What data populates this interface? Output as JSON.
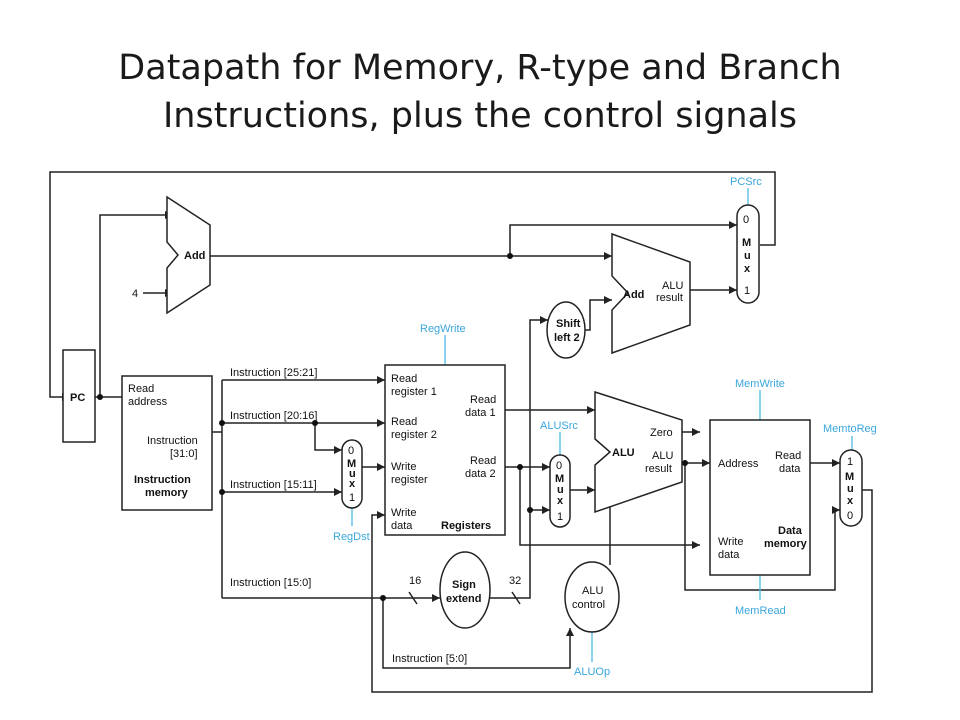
{
  "title": {
    "line1": "Datapath for Memory, R-type and Branch",
    "line2": "Instructions, plus the control signals"
  },
  "blocks": {
    "pc": "PC",
    "add_pc": "Add",
    "const_four": "4",
    "add_branch": "Add",
    "alu_result_branch_1": "ALU",
    "alu_result_branch_2": "result",
    "shift_1": "Shift",
    "shift_2": "left 2",
    "imem_read_address_1": "Read",
    "imem_read_address_2": "address",
    "imem_instruction_1": "Instruction",
    "imem_instruction_2": "[31:0]",
    "imem_name_1": "Instruction",
    "imem_name_2": "memory",
    "reg_read1_1": "Read",
    "reg_read1_2": "register 1",
    "reg_read2_1": "Read",
    "reg_read2_2": "register 2",
    "reg_write_reg_1": "Write",
    "reg_write_reg_2": "register",
    "reg_write_data_1": "Write",
    "reg_write_data_2": "data",
    "reg_rd1_1": "Read",
    "reg_rd1_2": "data 1",
    "reg_rd2_1": "Read",
    "reg_rd2_2": "data 2",
    "reg_name": "Registers",
    "alu": "ALU",
    "alu_zero": "Zero",
    "alu_result_1": "ALU",
    "alu_result_2": "result",
    "dmem_address": "Address",
    "dmem_read_1": "Read",
    "dmem_read_2": "data",
    "dmem_write_1": "Write",
    "dmem_write_2": "data",
    "dmem_name_1": "Data",
    "dmem_name_2": "memory",
    "sign_1": "Sign",
    "sign_2": "extend",
    "alu_control_1": "ALU",
    "alu_control_2": "control",
    "bits_16": "16",
    "bits_32": "32"
  },
  "mux_labels": {
    "top": "0",
    "m": "M",
    "u": "u",
    "x": "x",
    "bottom": "1",
    "memtoreg_top": "1",
    "memtoreg_bottom": "0"
  },
  "instruction_fields": {
    "f25_21": "Instruction [25:21]",
    "f20_16": "Instruction [20:16]",
    "f15_11": "Instruction [15:11]",
    "f15_0": "Instruction [15:0]",
    "f5_0": "Instruction [5:0]"
  },
  "control_signals": {
    "pcsrc": "PCSrc",
    "regwrite": "RegWrite",
    "regdst": "RegDst",
    "alusrc": "ALUSrc",
    "memwrite": "MemWrite",
    "memtoreg": "MemtoReg",
    "memread": "MemRead",
    "aluop": "ALUOp"
  },
  "colors": {
    "control": "#4db8e8",
    "wire": "#222222"
  }
}
